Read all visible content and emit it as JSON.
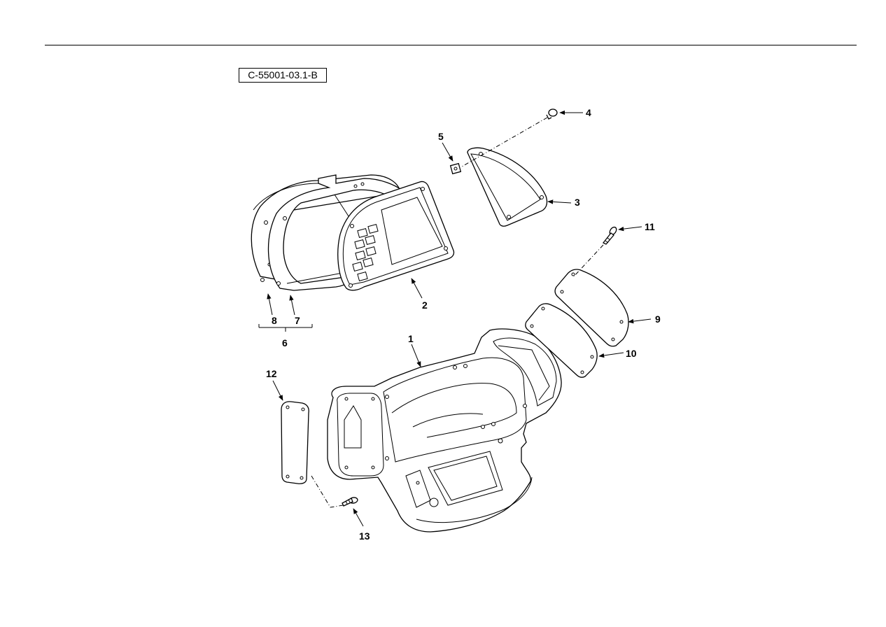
{
  "header": {
    "drawing_id": "C-55001-03.1-B"
  },
  "callouts": {
    "c1": "1",
    "c2": "2",
    "c3": "3",
    "c4": "4",
    "c5": "5",
    "c6": "6",
    "c7": "7",
    "c8": "8",
    "c9": "9",
    "c10": "10",
    "c11": "11",
    "c12": "12",
    "c13": "13"
  }
}
